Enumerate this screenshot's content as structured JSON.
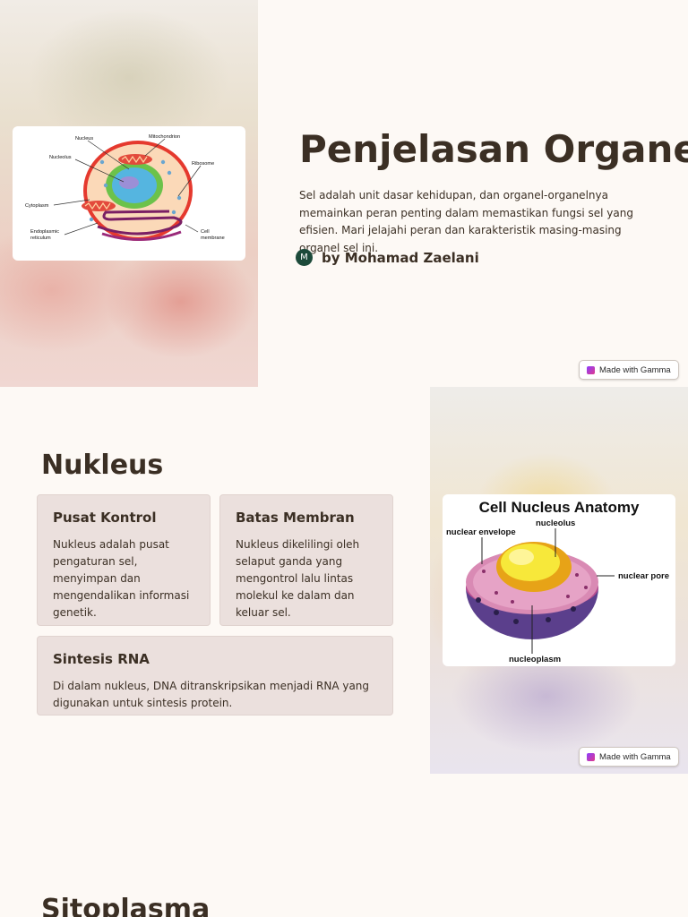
{
  "slide1": {
    "title": "Penjelasan Organel Sel",
    "description": "Sel adalah unit dasar kehidupan, dan organel-organelnya memainkan peran penting dalam memastikan fungsi sel yang efisien. Mari jelajahi peran dan karakteristik masing-masing organel sel ini.",
    "author": {
      "initial": "M",
      "name": "by Mohamad Zaelani"
    },
    "image": {
      "labels": {
        "nucleus": "Nucleus",
        "mitochondrion": "Mitochondrion",
        "nucleolus": "Nucleolus",
        "ribosome": "Ribosome",
        "cytoplasm": "Cytoplasm",
        "er_line1": "Endoplasmic",
        "er_line2": "reticulum",
        "membrane_line1": "Cell",
        "membrane_line2": "membrane"
      }
    },
    "badge": "Made with Gamma"
  },
  "slide2": {
    "title": "Nukleus",
    "cards": [
      {
        "title": "Pusat Kontrol",
        "text": "Nukleus adalah pusat pengaturan sel, menyimpan dan mengendalikan informasi genetik."
      },
      {
        "title": "Batas Membran",
        "text": "Nukleus dikelilingi oleh selaput ganda yang mengontrol lalu lintas molekul ke dalam dan keluar sel."
      },
      {
        "title": "Sintesis RNA",
        "text": "Di dalam nukleus, DNA ditranskripsikan menjadi RNA yang digunakan untuk sintesis protein."
      }
    ],
    "image": {
      "title": "Cell Nucleus Anatomy",
      "labels": {
        "nucleolus": "nucleolus",
        "envelope": "nuclear envelope",
        "pore": "nuclear pore",
        "nucleoplasm": "nucleoplasm"
      }
    },
    "badge": "Made with Gamma"
  },
  "slide3": {
    "title": "Sitoplasma"
  }
}
